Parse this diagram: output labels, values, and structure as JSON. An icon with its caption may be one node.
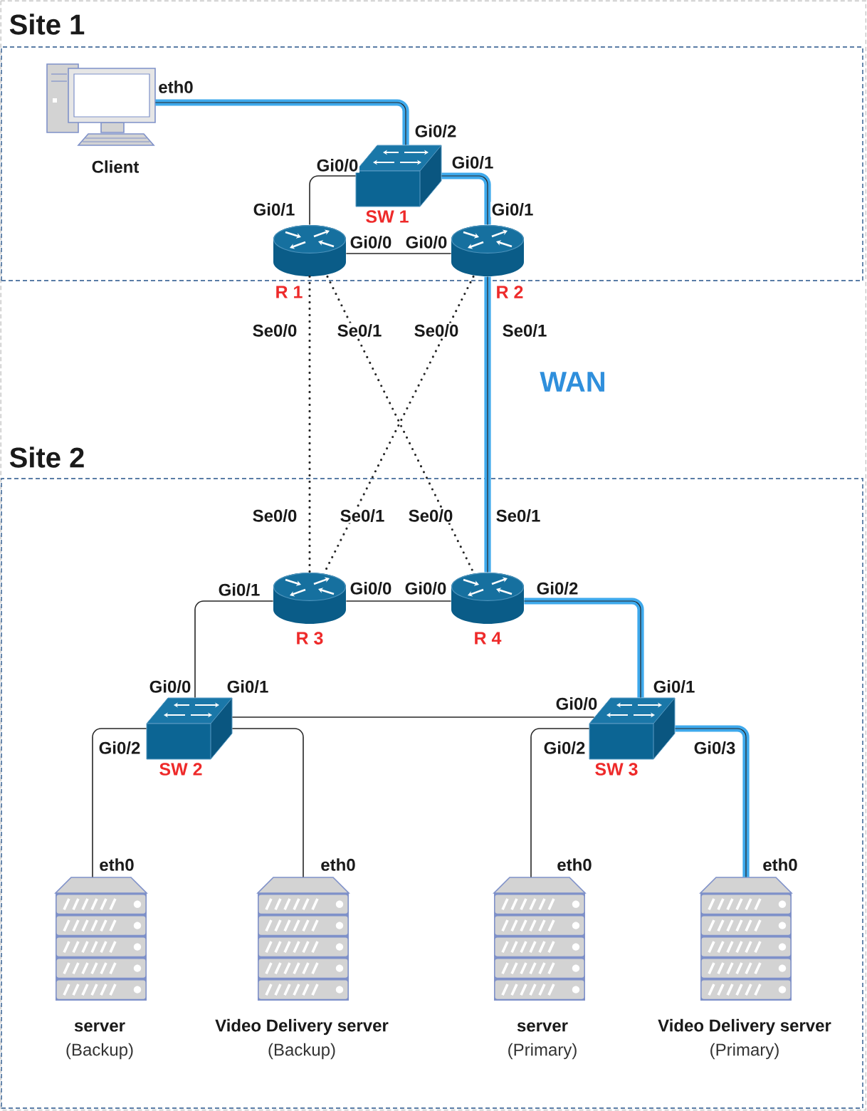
{
  "diagram": {
    "nodes": [
      {
        "text": [
          "Site 1"
        ]
      },
      {
        "text": [
          "Client"
        ],
        "in": 0
      },
      {
        "text": [
          "SW 1"
        ],
        "in": 0
      },
      {
        "text": [
          "R 1"
        ],
        "in": 0
      },
      {
        "text": [
          "R 2"
        ],
        "in": 0
      },
      {
        "text": [
          "Site 2"
        ]
      },
      {
        "text": [
          "R 3"
        ],
        "in": 5
      },
      {
        "text": [
          "R 4"
        ],
        "in": 5
      },
      {
        "text": [
          "SW 2"
        ],
        "in": 5
      },
      {
        "text": [
          "SW 3"
        ],
        "in": 5
      },
      {
        "text": [
          "server",
          "(Backup)"
        ],
        "in": 5
      },
      {
        "text": [
          "Video Delivery server",
          "(Backup)"
        ],
        "in": 5
      },
      {
        "text": [
          "server",
          "(Primary)"
        ],
        "in": 5
      },
      {
        "text": [
          "Video Delivery server",
          "(Primary)"
        ],
        "in": 5
      }
    ],
    "edges": [
      {
        "from": 1,
        "to": 2,
        "arrow": "none",
        "style": "thick",
        "color": "#3ea9ec"
      },
      {
        "from": 2,
        "to": 3,
        "arrow": "none"
      },
      {
        "from": 2,
        "to": 4,
        "arrow": "none",
        "style": "thick",
        "color": "#3ea9ec"
      },
      {
        "from": 3,
        "to": 4,
        "arrow": "none"
      },
      {
        "from": 3,
        "to": 6,
        "arrow": "none",
        "style": "dashed"
      },
      {
        "from": 3,
        "to": 7,
        "arrow": "none",
        "style": "dashed"
      },
      {
        "from": 4,
        "to": 6,
        "arrow": "none",
        "style": "dashed"
      },
      {
        "from": 4,
        "to": 7,
        "arrow": "none",
        "style": "thick",
        "color": "#3ea9ec"
      },
      {
        "from": 6,
        "to": 7,
        "arrow": "none"
      },
      {
        "from": 6,
        "to": 8,
        "arrow": "none"
      },
      {
        "from": 7,
        "to": 9,
        "arrow": "none",
        "style": "thick",
        "color": "#3ea9ec"
      },
      {
        "from": 8,
        "to": 9,
        "arrow": "none"
      },
      {
        "from": 8,
        "to": 10,
        "arrow": "none"
      },
      {
        "from": 8,
        "to": 11,
        "arrow": "none"
      },
      {
        "from": 9,
        "to": 12,
        "arrow": "none"
      },
      {
        "from": 9,
        "to": 13,
        "arrow": "none",
        "style": "thick",
        "color": "#3ea9ec"
      }
    ],
    "labels": [
      "eth0",
      "Gi0/2",
      "Gi0/0",
      "Gi0/1",
      "Gi0/1",
      "Gi0/1",
      "Gi0/0",
      "Gi0/0",
      "Se0/0",
      "Se0/1",
      "Se0/0",
      "Se0/1",
      "WAN",
      "Se0/0",
      "Se0/1",
      "Se0/0",
      "Se0/1",
      "Gi0/1",
      "Gi0/0",
      "Gi0/0",
      "Gi0/2",
      "Gi0/0",
      "Gi0/1",
      "Gi0/1",
      "Gi0/0",
      "Gi0/2",
      "Gi0/2",
      "Gi0/3",
      "eth0",
      "eth0",
      "eth0",
      "eth0"
    ]
  }
}
